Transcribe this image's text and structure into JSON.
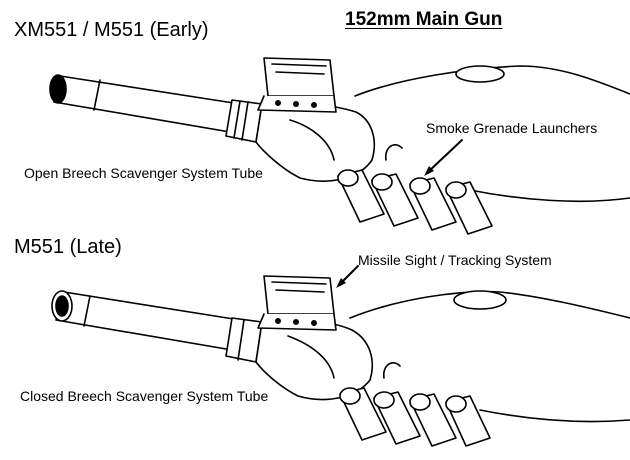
{
  "title": "152mm Main Gun",
  "sections": [
    {
      "heading": "XM551 / M551 (Early)",
      "scavenger_label": "Open Breech Scavenger System Tube"
    },
    {
      "heading": "M551 (Late)",
      "scavenger_label": "Closed Breech Scavenger System Tube"
    }
  ],
  "callouts": {
    "smoke_grenade": "Smoke Grenade Launchers",
    "missile_sight": "Missile Sight / Tracking System"
  },
  "colors": {
    "line": "#000000",
    "background": "#ffffff"
  }
}
